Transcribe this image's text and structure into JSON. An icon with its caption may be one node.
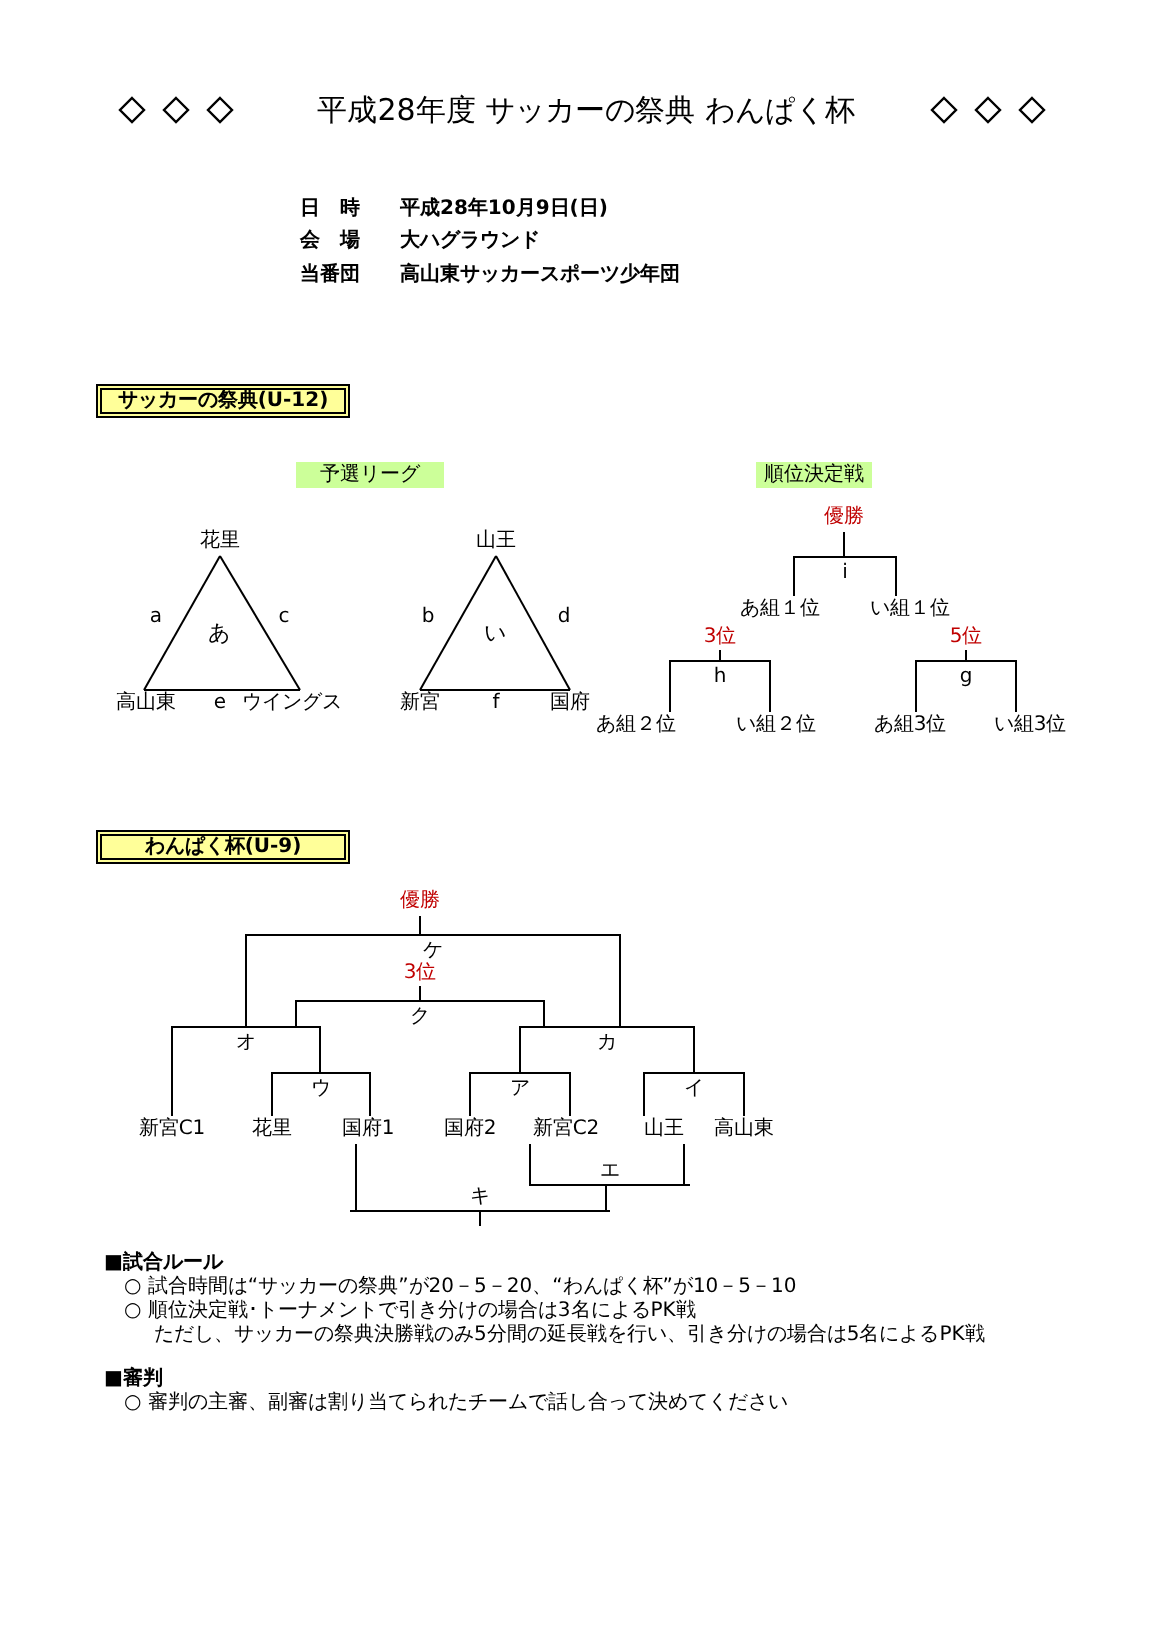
{
  "diagram": {
    "title": "平成28年度 サッカーの祭典 わんぱく杯",
    "nodes": [
      {
        "text": [
          "サッカーの祭典(U-12)"
        ]
      },
      {
        "text": [
          "予選リーグ"
        ]
      },
      {
        "text": [
          "順位決定戦"
        ]
      },
      {
        "text": [
          "花里"
        ]
      },
      {
        "text": [
          "高山東"
        ]
      },
      {
        "text": [
          "ウイングス"
        ]
      },
      {
        "text": [
          "山王"
        ]
      },
      {
        "text": [
          "新宮"
        ]
      },
      {
        "text": [
          "国府"
        ]
      },
      {
        "text": [
          "優勝"
        ]
      },
      {
        "text": [
          "i"
        ]
      },
      {
        "text": [
          "あ組１位"
        ]
      },
      {
        "text": [
          "い組１位"
        ]
      },
      {
        "text": [
          "3位"
        ]
      },
      {
        "text": [
          "h"
        ]
      },
      {
        "text": [
          "あ組２位"
        ]
      },
      {
        "text": [
          "い組２位"
        ]
      },
      {
        "text": [
          "5位"
        ]
      },
      {
        "text": [
          "g"
        ]
      },
      {
        "text": [
          "あ組3位"
        ]
      },
      {
        "text": [
          "い組3位"
        ]
      },
      {
        "text": [
          "わんぱく杯(U-9)"
        ]
      },
      {
        "text": [
          "優勝"
        ]
      },
      {
        "text": [
          "ケ"
        ]
      },
      {
        "text": [
          "3位"
        ]
      },
      {
        "text": [
          "ク"
        ]
      },
      {
        "text": [
          "オ"
        ]
      },
      {
        "text": [
          "カ"
        ]
      },
      {
        "text": [
          "ウ"
        ]
      },
      {
        "text": [
          "ア"
        ]
      },
      {
        "text": [
          "イ"
        ]
      },
      {
        "text": [
          "新宮C1"
        ]
      },
      {
        "text": [
          "花里"
        ]
      },
      {
        "text": [
          "国府1"
        ]
      },
      {
        "text": [
          "国府2"
        ]
      },
      {
        "text": [
          "新宮C2"
        ]
      },
      {
        "text": [
          "山王"
        ]
      },
      {
        "text": [
          "高山東"
        ]
      },
      {
        "text": [
          "エ"
        ]
      },
      {
        "text": [
          "キ"
        ]
      }
    ],
    "edges": [
      {
        "from": 3,
        "to": 4,
        "arrow": "none",
        "label": "a"
      },
      {
        "from": 3,
        "to": 5,
        "arrow": "none",
        "label": "c"
      },
      {
        "from": 4,
        "to": 5,
        "arrow": "none",
        "label": "e"
      },
      {
        "from": 6,
        "to": 7,
        "arrow": "none",
        "label": "b"
      },
      {
        "from": 6,
        "to": 8,
        "arrow": "none",
        "label": "d"
      },
      {
        "from": 7,
        "to": 8,
        "arrow": "none",
        "label": "f"
      },
      {
        "from": 11,
        "to": 10,
        "arrow": "none"
      },
      {
        "from": 12,
        "to": 10,
        "arrow": "none"
      },
      {
        "from": 10,
        "to": 9,
        "arrow": "none"
      },
      {
        "from": 15,
        "to": 14,
        "arrow": "none"
      },
      {
        "from": 16,
        "to": 14,
        "arrow": "none"
      },
      {
        "from": 14,
        "to": 13,
        "arrow": "none"
      },
      {
        "from": 19,
        "to": 18,
        "arrow": "none"
      },
      {
        "from": 20,
        "to": 18,
        "arrow": "none"
      },
      {
        "from": 18,
        "to": 17,
        "arrow": "none"
      },
      {
        "from": 31,
        "to": 26,
        "arrow": "none"
      },
      {
        "from": 28,
        "to": 26,
        "arrow": "none"
      },
      {
        "from": 32,
        "to": 28,
        "arrow": "none"
      },
      {
        "from": 33,
        "to": 28,
        "arrow": "none"
      },
      {
        "from": 34,
        "to": 29,
        "arrow": "none"
      },
      {
        "from": 35,
        "to": 29,
        "arrow": "none"
      },
      {
        "from": 36,
        "to": 30,
        "arrow": "none"
      },
      {
        "from": 37,
        "to": 30,
        "arrow": "none"
      },
      {
        "from": 29,
        "to": 27,
        "arrow": "none"
      },
      {
        "from": 30,
        "to": 27,
        "arrow": "none"
      },
      {
        "from": 26,
        "to": 23,
        "arrow": "none"
      },
      {
        "from": 27,
        "to": 23,
        "arrow": "none"
      },
      {
        "from": 26,
        "to": 25,
        "arrow": "none"
      },
      {
        "from": 27,
        "to": 25,
        "arrow": "none"
      },
      {
        "from": 23,
        "to": 22,
        "arrow": "none"
      },
      {
        "from": 25,
        "to": 24,
        "arrow": "none"
      },
      {
        "from": 35,
        "to": 38,
        "arrow": "none"
      },
      {
        "from": 36,
        "to": 38,
        "arrow": "none"
      },
      {
        "from": 33,
        "to": 39,
        "arrow": "none"
      },
      {
        "from": 38,
        "to": 39,
        "arrow": "none"
      }
    ],
    "labels": [
      "日　時",
      "平成28年10月9日(日)",
      "会　場",
      "大ハグラウンド",
      "当番団",
      "高山東サッカースポーツ少年団",
      "あ",
      "い",
      "■試合ルール",
      "○ 試合時間は“サッカーの祭典”が20－5－20、“わんぱく杯”が10－5－10",
      "○ 順位決定戦･トーナメントで引き分けの場合は3名によるPK戦",
      "ただし、サッカーの祭典決勝戦のみ5分間の延長戦を行い、引き分けの場合は5名によるPK戦",
      "■審判",
      "○ 審判の主審、副審は割り当てられたチームで話し合って決めてください"
    ]
  }
}
